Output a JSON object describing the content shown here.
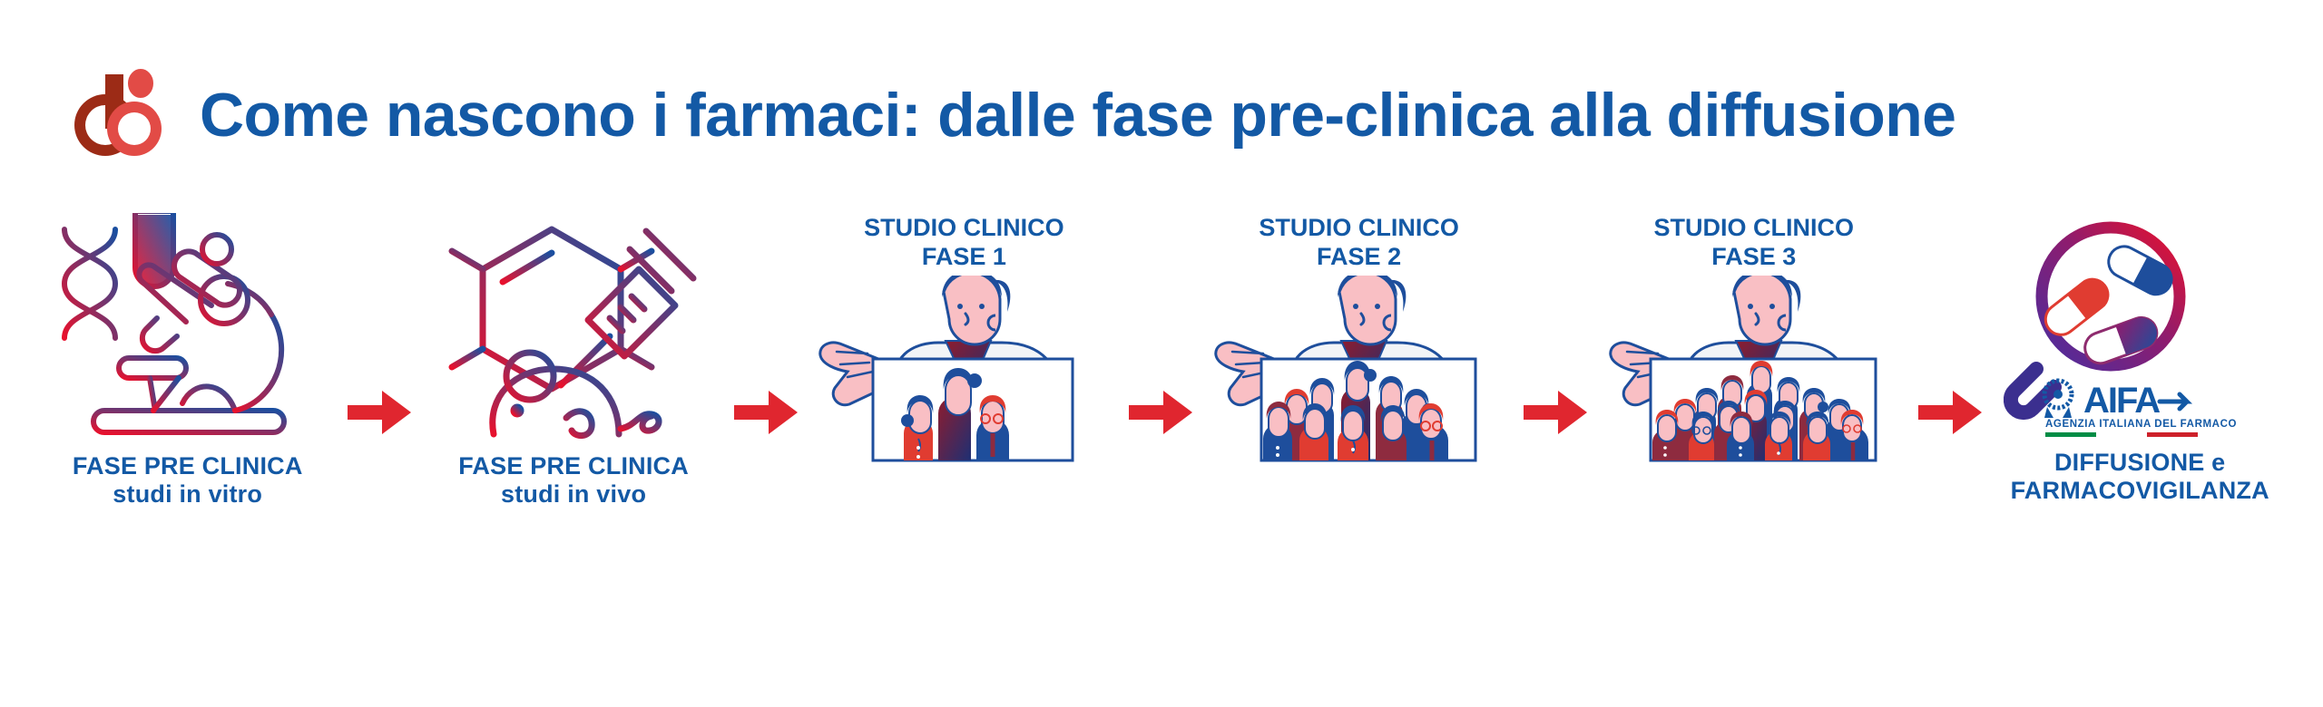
{
  "header": {
    "logo_name": "doc-generici-logo",
    "title": "Come nascono i farmaci: dalle fase pre-clinica alla diffusione",
    "title_color": "#1359a5",
    "logo_dark_red": "#9c2b16",
    "logo_light_red": "#e24b46"
  },
  "theme": {
    "blue": "#1359a5",
    "deep_blue": "#1e4e9c",
    "red": "#e0262f",
    "arrow_red": "#e0262f",
    "gradient_start": "#e8112d",
    "gradient_end": "#1a4fa0",
    "skin": "#f9bfc4",
    "coat_white": "#f2f4f7",
    "crowd_red": "#e03c31",
    "crowd_blue": "#1e4e9c",
    "crowd_maroon": "#8e2b3f"
  },
  "arrows": [
    {
      "name": "arrow-1"
    },
    {
      "name": "arrow-2"
    },
    {
      "name": "arrow-3"
    },
    {
      "name": "arrow-4"
    },
    {
      "name": "arrow-5"
    },
    {
      "name": "arrow-6"
    }
  ],
  "steps": [
    {
      "id": "pre-clinic-in-vitro",
      "kind": "preclinic",
      "icons": [
        "dna-helix-icon",
        "test-tube-icon",
        "microscope-icon"
      ],
      "caption_line1": "FASE PRE CLINICA",
      "caption_line2": "studi in vitro"
    },
    {
      "id": "pre-clinic-in-vivo",
      "kind": "preclinic",
      "icons": [
        "molecule-icon",
        "syringe-icon",
        "lab-mouse-icon"
      ],
      "caption_line1": "FASE PRE CLINICA",
      "caption_line2": "studi in vivo"
    },
    {
      "id": "clinical-phase-1",
      "kind": "phase",
      "label_line1": "STUDIO CLINICO",
      "label_line2": "FASE 1",
      "crowd_size": 3,
      "crowd_description": "small group of volunteers"
    },
    {
      "id": "clinical-phase-2",
      "kind": "phase",
      "label_line1": "STUDIO CLINICO",
      "label_line2": "FASE 2",
      "crowd_size": 10,
      "crowd_description": "medium group of volunteers"
    },
    {
      "id": "clinical-phase-3",
      "kind": "phase",
      "label_line1": "STUDIO CLINICO",
      "label_line2": "FASE 3",
      "crowd_size": 22,
      "crowd_description": "large group of volunteers"
    },
    {
      "id": "diffusion-pharmacovigilance",
      "kind": "final",
      "icons": [
        "magnifier-icon",
        "pill-capsule-icon"
      ],
      "caption_line1": "DIFFUSIONE e",
      "caption_line2": "FARMACOVIGILANZA"
    }
  ],
  "aifa": {
    "wordmark": "AIFA",
    "tagline": "AGENZIA ITALIANA DEL FARMACO",
    "flag_colors": [
      "#008c45",
      "#ffffff",
      "#cd212a"
    ],
    "logo_blue": "#1359a5"
  }
}
